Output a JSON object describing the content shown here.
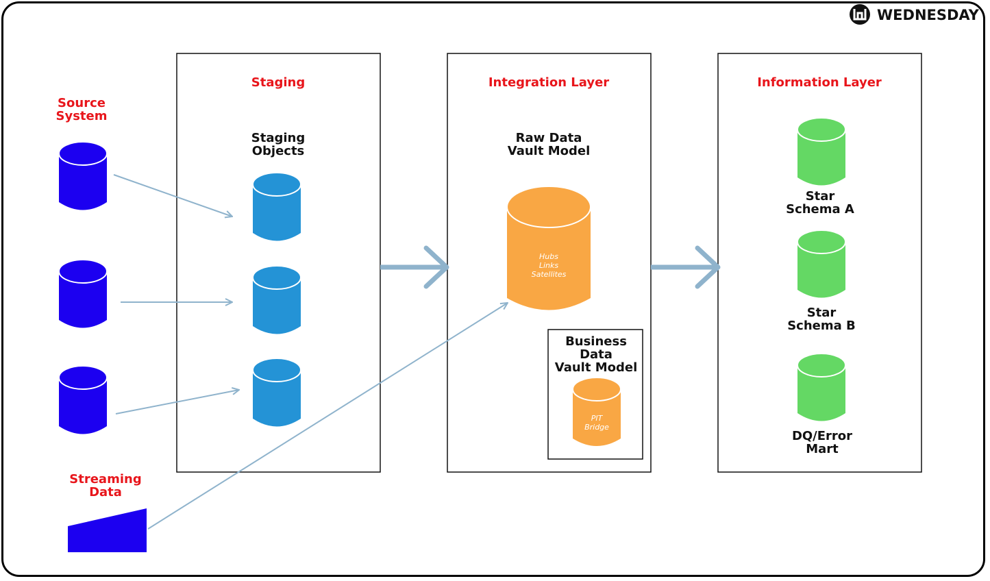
{
  "brand": {
    "name": "WEDNESDAY"
  },
  "colors": {
    "label_red": "#e8151b",
    "source_blue": "#1c00f0",
    "staging_blue": "#2493d6",
    "vault_orange": "#f9a744",
    "mart_green": "#64d864",
    "arrow_gray": "#8fb3cc"
  },
  "source": {
    "title_line1": "Source",
    "title_line2": "System",
    "streaming_line1": "Streaming",
    "streaming_line2": "Data"
  },
  "staging": {
    "header": "Staging",
    "subtitle_line1": "Staging",
    "subtitle_line2": "Objects"
  },
  "integration": {
    "header": "Integration Layer",
    "raw_line1": "Raw Data",
    "raw_line2": "Vault Model",
    "raw_items": [
      "Hubs",
      "Links",
      "Satellites"
    ],
    "business_line1": "Business",
    "business_line2": "Data",
    "business_line3": "Vault Model",
    "business_items": [
      "PIT",
      "Bridge"
    ]
  },
  "information": {
    "header": "Information Layer",
    "star_a_line1": "Star",
    "star_a_line2": "Schema A",
    "star_b_line1": "Star",
    "star_b_line2": "Schema B",
    "dq_line1": "DQ/Error",
    "dq_line2": "Mart"
  }
}
